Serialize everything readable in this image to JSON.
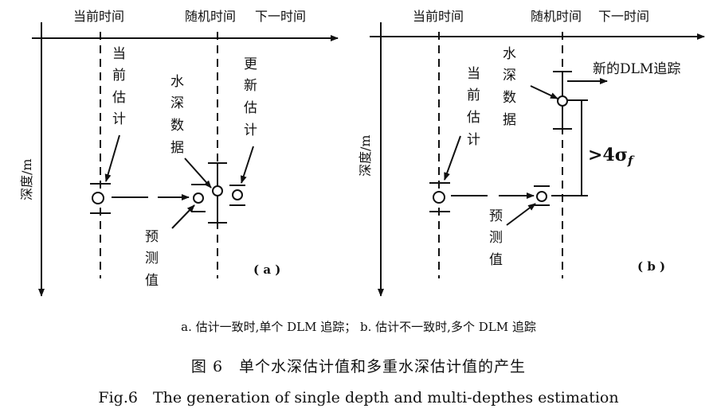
{
  "panel_a": {
    "time_current": "当前时间",
    "time_random": "随机时间",
    "time_next": "下一时间",
    "axis_depth": "深度/m",
    "current_estimate": [
      "当",
      "前",
      "估",
      "计"
    ],
    "depth_data": [
      "水",
      "深",
      "数",
      "据"
    ],
    "updated_estimate": [
      "更",
      "新",
      "估",
      "计"
    ],
    "predicted": [
      "预",
      "测",
      "值"
    ],
    "tag": "( a )"
  },
  "panel_b": {
    "time_current": "当前时间",
    "time_random": "随机时间",
    "time_next": "下一时间",
    "axis_depth": "深度/m",
    "current_estimate": [
      "当",
      "前",
      "估",
      "计"
    ],
    "depth_data": [
      "水",
      "深",
      "数",
      "据"
    ],
    "new_dlm": "新的DLM追踪",
    "threshold": ">4σ",
    "threshold_sub": "f",
    "predicted": [
      "预",
      "测",
      "值"
    ],
    "tag": "( b )"
  },
  "captions": {
    "sub": "a. 估计一致时,单个 DLM 追踪； b. 估计不一致时,多个 DLM 追踪",
    "figure_cn": "图 6　单个水深估计值和多重水深估计值的产生",
    "figure_en": "Fig.6　The generation of single depth and multi-depthes estimation"
  }
}
